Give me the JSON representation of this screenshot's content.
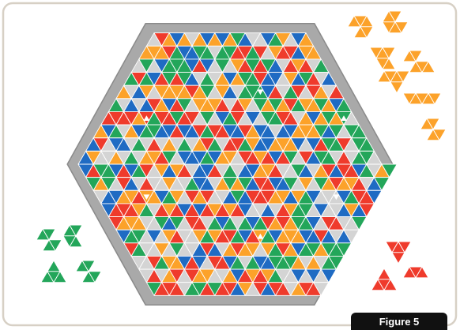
{
  "caption": {
    "label": "Figure 5"
  },
  "colors": {
    "red": "#ef3b2c",
    "orange": "#fca22a",
    "blue": "#1f6bc3",
    "green": "#23a65a",
    "gray": "#d4d4d4",
    "frame_outer": "#a9a9a9",
    "frame_inner": "#8a8a8a",
    "panel_border": "#d7d0c5",
    "caption_bg": "#111111",
    "caption_text": "#ffffff"
  },
  "board": {
    "shape": "hexagon",
    "triangle_rows": 20,
    "start_markers": [
      {
        "row": 4,
        "col": 18,
        "direction": "down"
      },
      {
        "row": 6,
        "col": 5,
        "direction": "up"
      },
      {
        "row": 6,
        "col": 31,
        "direction": "up"
      },
      {
        "row": 12,
        "col": 6,
        "direction": "down"
      },
      {
        "row": 12,
        "col": 31,
        "direction": "down"
      },
      {
        "row": 15,
        "col": 18,
        "direction": "up"
      }
    ]
  },
  "pieces": {
    "orange_set_top_right": "orange",
    "green_set_bottom_left": "green",
    "red_set_bottom_right": "red"
  }
}
